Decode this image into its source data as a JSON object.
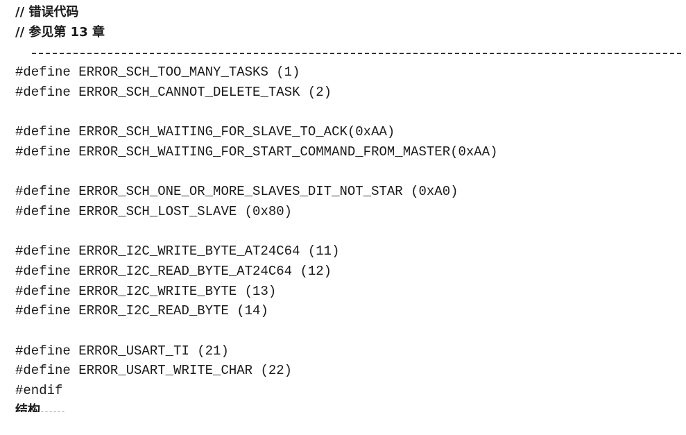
{
  "code": {
    "comment_1": "// 错误代码",
    "comment_2": "// 参见第 13 章",
    "rule_prefix": "//",
    "lines": [
      "#define ERROR_SCH_TOO_MANY_TASKS (1)",
      "#define ERROR_SCH_CANNOT_DELETE_TASK (2)",
      "",
      "#define ERROR_SCH_WAITING_FOR_SLAVE_TO_ACK(0xAA)",
      "#define ERROR_SCH_WAITING_FOR_START_COMMAND_FROM_MASTER(0xAA)",
      "",
      "#define ERROR_SCH_ONE_OR_MORE_SLAVES_DIT_NOT_STAR (0xA0)",
      "#define ERROR_SCH_LOST_SLAVE (0x80)",
      "",
      "#define ERROR_I2C_WRITE_BYTE_AT24C64 (11)",
      "#define ERROR_I2C_READ_BYTE_AT24C64 (12)",
      "#define ERROR_I2C_WRITE_BYTE (13)",
      "#define ERROR_I2C_READ_BYTE (14)",
      "",
      "#define ERROR_USART_TI (21)",
      "#define ERROR_USART_WRITE_CHAR (22)",
      "#endif"
    ],
    "cut_line": "结构……"
  }
}
